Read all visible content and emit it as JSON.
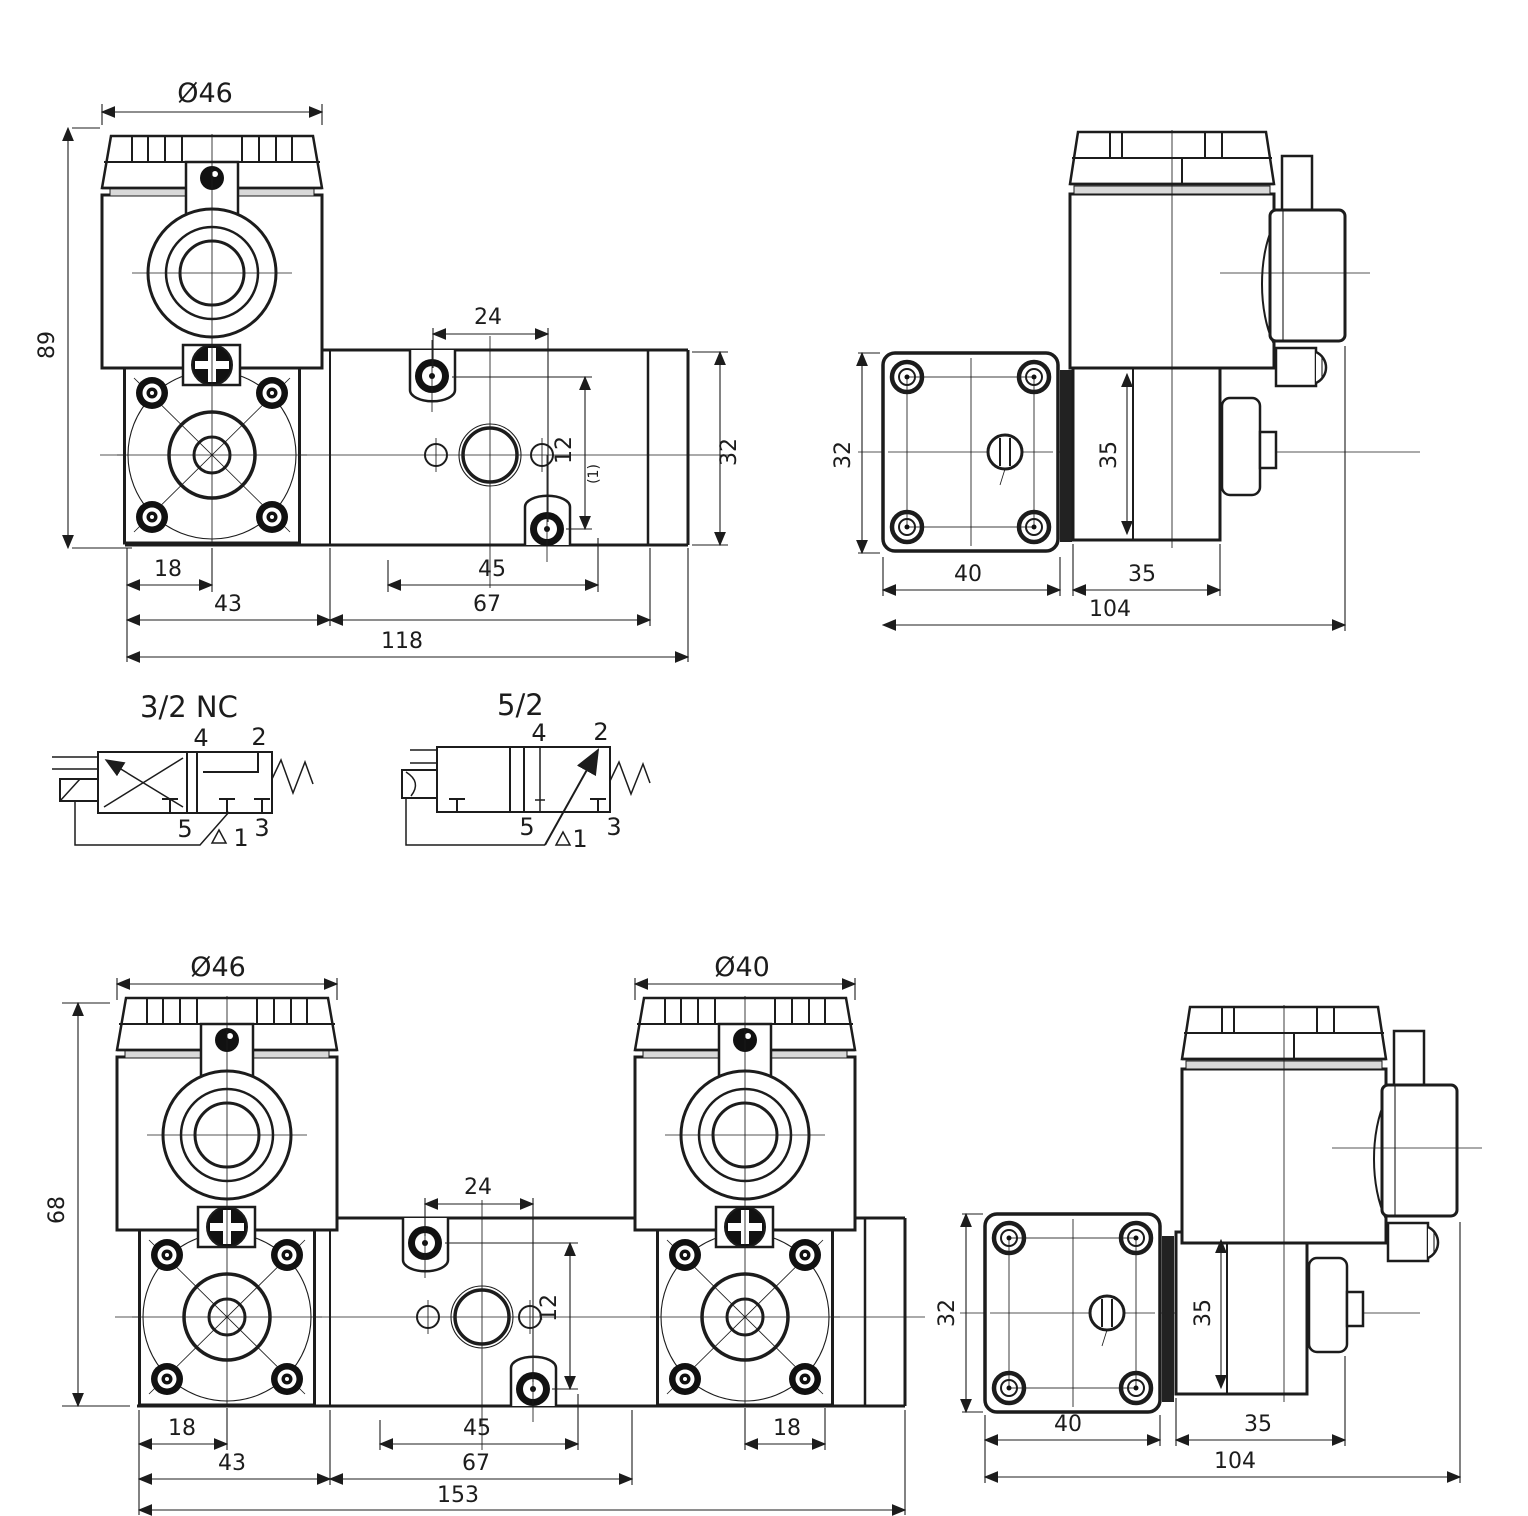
{
  "colors": {
    "ink": "#1c1c1c",
    "paper": "#ffffff",
    "gasket": "#d9d9d9"
  },
  "ft": {
    "dia": "Ø46",
    "height": "89",
    "span24": "24",
    "offset12": "12",
    "note": "(1)",
    "side32": "32",
    "d18": "18",
    "d43": "43",
    "d45": "45",
    "d67": "67",
    "total": "118"
  },
  "st": {
    "w_plate": "40",
    "w_body": "35",
    "v_body": "35",
    "total": "104",
    "v_left": "32"
  },
  "sym32": {
    "title": "3/2 NC",
    "p4": "4",
    "p2": "2",
    "p5": "5",
    "p1": "1",
    "p3": "3"
  },
  "sym52": {
    "title": "5/2",
    "p4": "4",
    "p2": "2",
    "p5": "5",
    "p1": "1",
    "p3": "3"
  },
  "fb": {
    "dia1": "Ø46",
    "dia2": "Ø40",
    "height": "68",
    "span24": "24",
    "offset12": "12",
    "d18a": "18",
    "d43": "43",
    "d45": "45",
    "d67": "67",
    "d18b": "18",
    "total": "153"
  },
  "sb": {
    "w_plate": "40",
    "w_body": "35",
    "v_body": "35",
    "total": "104",
    "v_left": "32"
  }
}
